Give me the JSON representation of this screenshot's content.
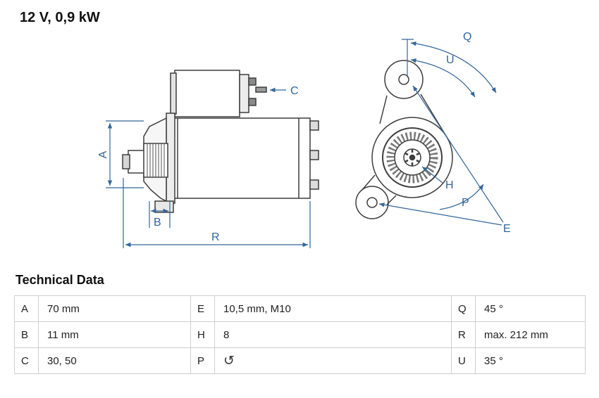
{
  "header": {
    "title": "12 V, 0,9 kW"
  },
  "colors": {
    "dimension_blue": "#33669b",
    "drawing_line": "#3d3d3d",
    "table_border": "#cfcfcf",
    "background": "#ffffff"
  },
  "diagram": {
    "labels": {
      "A": "A",
      "B": "B",
      "C": "C",
      "R": "R",
      "Q": "Q",
      "U": "U",
      "H": "H",
      "P": "P",
      "E": "E"
    }
  },
  "table": {
    "title": "Technical Data",
    "rows": [
      {
        "cells": [
          {
            "key": "A",
            "value": "70 mm"
          },
          {
            "key": "E",
            "value": "10,5 mm, M10"
          },
          {
            "key": "Q",
            "value": "45 °"
          }
        ]
      },
      {
        "cells": [
          {
            "key": "B",
            "value": "11 mm"
          },
          {
            "key": "H",
            "value": "8"
          },
          {
            "key": "R",
            "value": "max. 212 mm"
          }
        ]
      },
      {
        "cells": [
          {
            "key": "C",
            "value": "30, 50"
          },
          {
            "key": "P",
            "value": "",
            "icon": "rotation-direction-icon",
            "icon_glyph": "↺"
          },
          {
            "key": "U",
            "value": "35 °"
          }
        ]
      }
    ]
  }
}
